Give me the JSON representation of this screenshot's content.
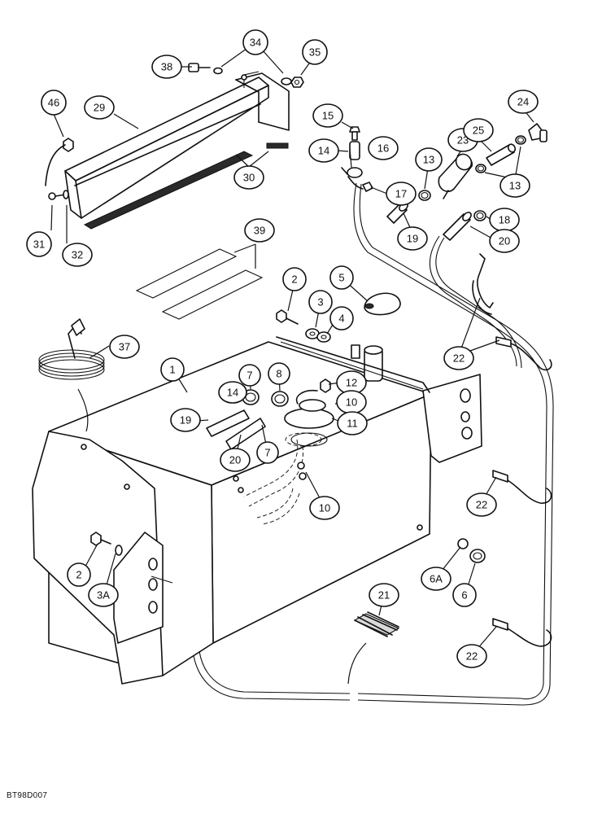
{
  "figure_code": "BT98D007",
  "callouts": [
    {
      "id": "c34",
      "label": "34"
    },
    {
      "id": "c38",
      "label": "38"
    },
    {
      "id": "c35",
      "label": "35"
    },
    {
      "id": "c46",
      "label": "46"
    },
    {
      "id": "c29",
      "label": "29"
    },
    {
      "id": "c30",
      "label": "30"
    },
    {
      "id": "c31",
      "label": "31"
    },
    {
      "id": "c32",
      "label": "32"
    },
    {
      "id": "c39",
      "label": "39"
    },
    {
      "id": "c15",
      "label": "15"
    },
    {
      "id": "c14a",
      "label": "14"
    },
    {
      "id": "c16",
      "label": "16"
    },
    {
      "id": "c17",
      "label": "17"
    },
    {
      "id": "c19a",
      "label": "19"
    },
    {
      "id": "c13a",
      "label": "13"
    },
    {
      "id": "c23",
      "label": "23"
    },
    {
      "id": "c25",
      "label": "25"
    },
    {
      "id": "c24",
      "label": "24"
    },
    {
      "id": "c13b",
      "label": "13"
    },
    {
      "id": "c18",
      "label": "18"
    },
    {
      "id": "c20a",
      "label": "20"
    },
    {
      "id": "c2a",
      "label": "2"
    },
    {
      "id": "c5",
      "label": "5"
    },
    {
      "id": "c3",
      "label": "3"
    },
    {
      "id": "c4",
      "label": "4"
    },
    {
      "id": "c22a",
      "label": "22"
    },
    {
      "id": "c37",
      "label": "37"
    },
    {
      "id": "c1",
      "label": "1"
    },
    {
      "id": "c7a",
      "label": "7"
    },
    {
      "id": "c8",
      "label": "8"
    },
    {
      "id": "c12",
      "label": "12"
    },
    {
      "id": "c14b",
      "label": "14"
    },
    {
      "id": "c10a",
      "label": "10"
    },
    {
      "id": "c19b",
      "label": "19"
    },
    {
      "id": "c11",
      "label": "11"
    },
    {
      "id": "c20b",
      "label": "20"
    },
    {
      "id": "c7b",
      "label": "7"
    },
    {
      "id": "c10b",
      "label": "10"
    },
    {
      "id": "c22b",
      "label": "22"
    },
    {
      "id": "c2b",
      "label": "2"
    },
    {
      "id": "c3a",
      "label": "3A"
    },
    {
      "id": "c6a",
      "label": "6A"
    },
    {
      "id": "c6",
      "label": "6"
    },
    {
      "id": "c21",
      "label": "21"
    },
    {
      "id": "c22c",
      "label": "22"
    }
  ]
}
